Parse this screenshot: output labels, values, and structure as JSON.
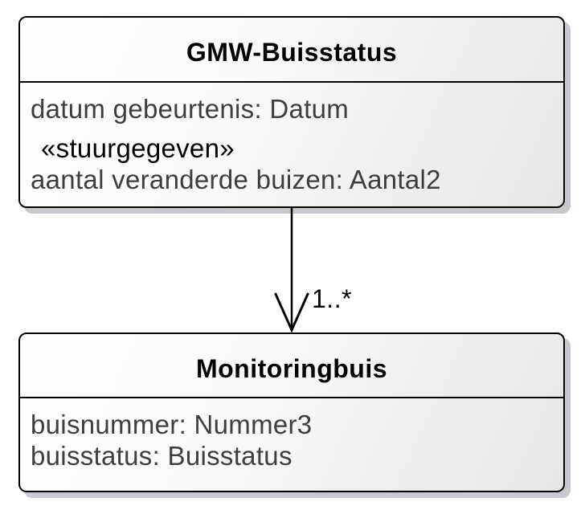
{
  "diagram": {
    "type": "uml-class-diagram",
    "classes": {
      "gmw_buisstatus": {
        "name": "GMW-Buisstatus",
        "attr1": "datum gebeurtenis: Datum",
        "stereotype": "«stuurgegeven»",
        "attr2": "aantal veranderde buizen: Aantal2"
      },
      "monitoringbuis": {
        "name": "Monitoringbuis",
        "attr1": "buisnummer: Nummer3",
        "attr2": "buisstatus: Buisstatus"
      }
    },
    "association": {
      "multiplicity": "1..*",
      "direction": "GMW-Buisstatus to Monitoringbuis"
    },
    "colors": {
      "box_border": "#000000",
      "box_fill_light": "#ffffff",
      "box_fill_dark": "#e6e6e8",
      "box_shadow": "#c6c9cf",
      "attribute_text": "#3e3e3e",
      "class_name_text": "#000000",
      "connector": "#000000"
    }
  }
}
